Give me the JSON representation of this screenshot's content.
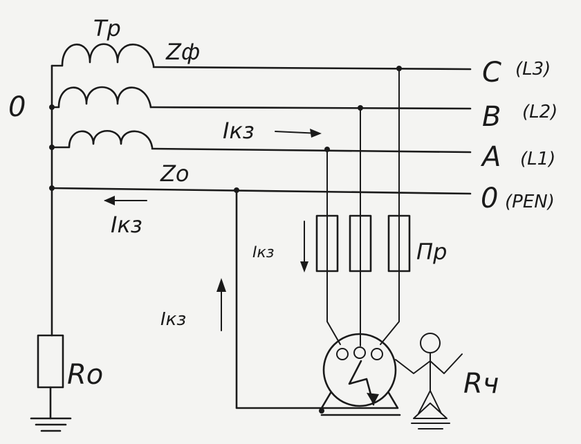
{
  "diagram": {
    "transformer_label": "Тр",
    "phase_impedance_label": "Zф",
    "neutral_impedance_label": "Zо",
    "neutral_point_label": "0",
    "lines": [
      {
        "letter": "C",
        "code": "(L3)"
      },
      {
        "letter": "B",
        "code": "(L2)"
      },
      {
        "letter": "A",
        "code": "(L1)"
      },
      {
        "letter": "0",
        "code": "(PEN)"
      }
    ],
    "fault_current_label": "Iкз",
    "fuse_label": "Пр",
    "ground_resistor_label": "Rо",
    "person_resistance_label": "Rч",
    "colors": {
      "ink": "#1a1a1a",
      "paper": "#f4f4f2"
    }
  }
}
